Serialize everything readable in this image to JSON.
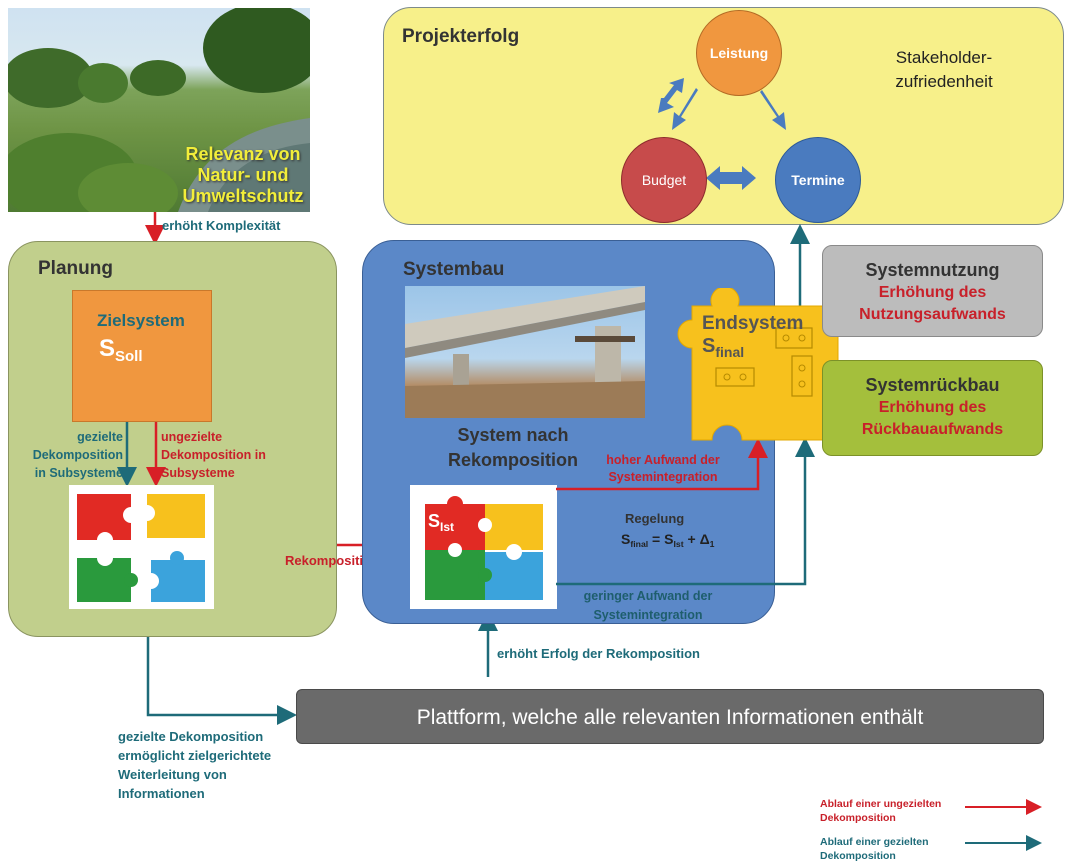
{
  "photo_nature": {
    "caption_line1": "Relevanz von",
    "caption_line2": "Natur- und",
    "caption_line3": "Umweltschutz"
  },
  "arrow_label_complexity": "erhöht Komplexität",
  "projekterfolg": {
    "title": "Projekterfolg",
    "leistung": "Leistung",
    "budget": "Budget",
    "termine": "Termine",
    "stakeholder_line1": "Stakeholder-",
    "stakeholder_line2": "zufriedenheit"
  },
  "planung": {
    "title": "Planung",
    "zielsystem": "Zielsystem",
    "s_main": "S",
    "s_sub": "Soll",
    "left_label_1": "gezielte",
    "left_label_2": "Dekomposition",
    "left_label_3": "in Subsysteme",
    "right_label_1": "ungezielte",
    "right_label_2": "Dekomposition in",
    "right_label_3": "Subsysteme"
  },
  "rekomposition_label": "Rekomposition",
  "systembau": {
    "title": "Systembau",
    "rekomp_line1": "System nach",
    "rekomp_line2": "Rekomposition",
    "s_main": "S",
    "s_sub": "Ist",
    "regelung": "Regelung",
    "formula": {
      "s1": "S",
      "s1_sub": "final",
      "eq": " = ",
      "s2": "S",
      "s2_sub": "Ist",
      "plus": " + Δ",
      "delta_sub": "1"
    },
    "hoher_1": "hoher Aufwand der",
    "hoher_2": "Systemintegration",
    "geringer_1": "geringer Aufwand der",
    "geringer_2": "Systemintegration"
  },
  "endsystem": {
    "title": "Endsystem",
    "s_main": "S",
    "s_sub": "final"
  },
  "systemnutzung": {
    "title": "Systemnutzung",
    "line1": "Erhöhung des",
    "line2": "Nutzungsaufwands"
  },
  "systemrueckbau": {
    "title": "Systemrückbau",
    "line1": "Erhöhung des",
    "line2": "Rückbauaufwands"
  },
  "erfolg_label": "erhöht Erfolg der Rekomposition",
  "plattform": "Plattform, welche alle relevanten Informationen enthält",
  "bottom_note": {
    "l1": "gezielte Dekomposition",
    "l2": "ermöglicht zielgerichtete",
    "l3": "Weiterleitung von",
    "l4": "Informationen"
  },
  "legend": {
    "red_1": "Ablauf einer ungezielten",
    "red_2": "Dekomposition",
    "teal_1": "Ablauf einer gezielten",
    "teal_2": "Dekomposition"
  },
  "colors": {
    "red": "#c8202a",
    "teal": "#1e6b79",
    "yellow_panel": "#f7f08a",
    "green_panel": "#c1cf8c",
    "blue_panel": "#5b88c8",
    "orange": "#f0973f",
    "puzzle_yellow": "#f7c11d"
  }
}
